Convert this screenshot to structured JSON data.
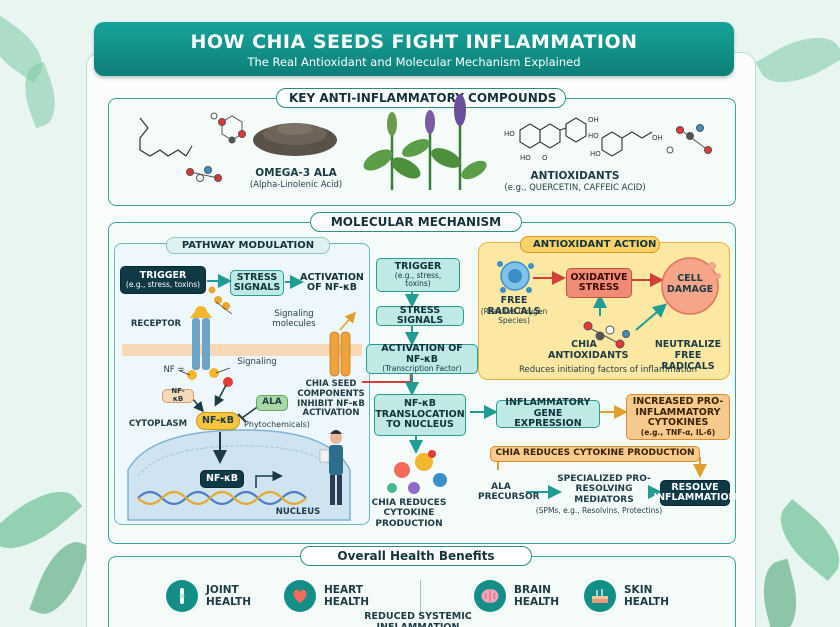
{
  "header": {
    "title": "HOW CHIA SEEDS FIGHT INFLAMMATION",
    "subtitle": "The Real Antioxidant and Molecular Mechanism Explained"
  },
  "compounds": {
    "section_label": "KEY ANTI-INFLAMMATORY COMPOUNDS",
    "omega_title": "OMEGA-3 ALA",
    "omega_sub": "(Alpha-Linolenic Acid)",
    "antiox_title": "ANTIOXIDANTS",
    "antiox_sub": "(e.g., QUERCETIN, CAFFEIC ACID)"
  },
  "mechanism": {
    "section_label": "MOLECULAR MECHANISM",
    "pathway": {
      "label": "PATHWAY MODULATION",
      "trigger": "TRIGGER",
      "trigger_sub": "(e.g., stress, toxins)",
      "stress": "STRESS SIGNALS",
      "activation": "ACTIVATION OF NF-κB",
      "receptor": "RECEPTOR",
      "signaling_molecules": "Signaling molecules",
      "signaling": "Signaling",
      "nf_eq": "NF =",
      "nfkb_small": "NF-κB",
      "ala": "ALA",
      "nfkb": "NF-κB",
      "phyto": "Phytochemicals)",
      "cytoplasm": "CYTOPLASM",
      "nfkb_nucleus": "NF-κB",
      "nucleus": "NUCLEUS"
    },
    "center": {
      "trigger": "TRIGGER",
      "trigger_sub": "(e.g., stress, toxins)",
      "stress": "STRESS SIGNALS",
      "activation": "ACTIVATION OF NF-κB",
      "activation_sub": "(Transcription Factor)",
      "inhibit": "CHIA SEED COMPONENTS INHIBIT NF-κB ACTIVATION",
      "translocation": "NF-κB TRANSLOCATION TO NUCLEUS",
      "reduces": "CHIA REDUCES CYTOKINE PRODUCTION"
    },
    "antioxidant": {
      "label": "ANTIOXIDANT ACTION",
      "free_radicals": "FREE RADICALS",
      "free_radicals_sub": "(Reactive Oxygen Species)",
      "oxidative": "OXIDATIVE STRESS",
      "cell_damage": "CELL DAMAGE",
      "chia_antiox": "CHIA ANTIOXIDANTS",
      "neutralize": "NEUTRALIZE FREE RADICALS",
      "reduces": "Reduces initiating factors of inflammation"
    },
    "right": {
      "gene": "INFLAMMATORY GENE EXPRESSION",
      "cytokines": "INCREASED PRO-INFLAMMATORY CYTOKINES",
      "cytokines_sub": "(e.g., TNF-α, IL-6)",
      "chia_reduces": "CHIA REDUCES CYTOKINE PRODUCTION",
      "ala_precursor": "ALA PRECURSOR",
      "spm": "SPECIALIZED PRO-RESOLVING MEDIATORS",
      "spm_sub": "(SPMs, e.g., Resolvins, Protectins)",
      "resolve": "RESOLVE INFLAMMATION"
    }
  },
  "benefits": {
    "section_label": "Overall Health Benefits",
    "joint": "JOINT HEALTH",
    "heart": "HEART HEALTH",
    "brain": "BRAIN HEALTH",
    "skin": "SKIN HEALTH",
    "reduced": "REDUCED SYSTEMIC INFLAMMATION"
  },
  "colors": {
    "teal": "#148f88",
    "orange": "#f5a54a",
    "red": "#e9604a"
  },
  "icons": [
    "joint-icon",
    "heart-icon",
    "brain-icon",
    "skin-icon",
    "scientist-icon",
    "dna-icon"
  ]
}
